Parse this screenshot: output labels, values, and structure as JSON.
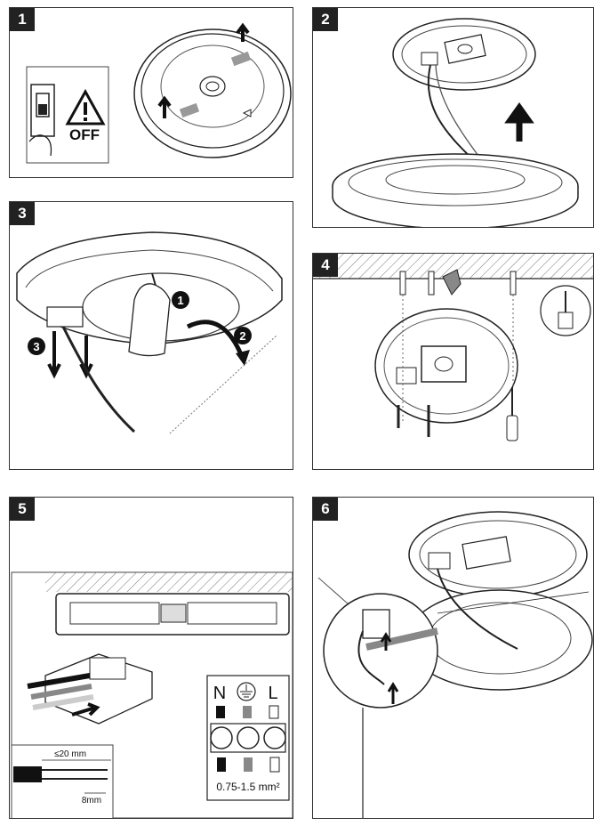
{
  "steps": [
    {
      "number": "1",
      "off_label": "OFF"
    },
    {
      "number": "2"
    },
    {
      "number": "3",
      "callouts": [
        "1",
        "2",
        "3"
      ]
    },
    {
      "number": "4"
    },
    {
      "number": "5",
      "terminal_labels": {
        "n": "N",
        "l": "L"
      },
      "cross_section": "0.75-1.5 mm²",
      "strip_length_outer": "≤20 mm",
      "strip_length_inner": "8mm"
    },
    {
      "number": "6"
    }
  ],
  "colors": {
    "ink": "#111111",
    "grey": "#8a8a8a",
    "hatch": "#777777"
  }
}
